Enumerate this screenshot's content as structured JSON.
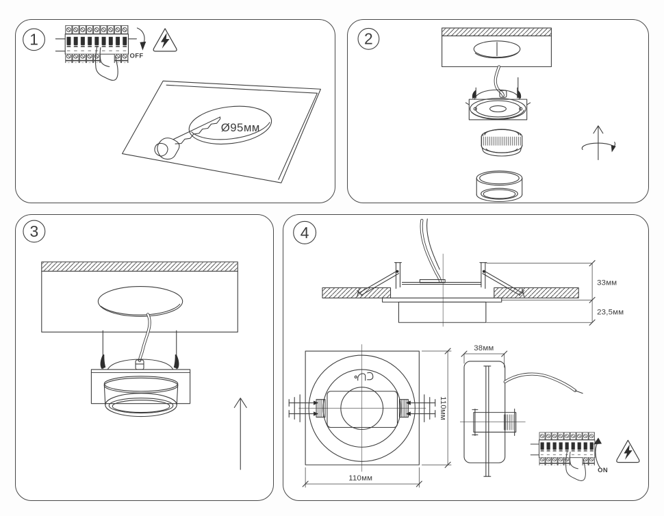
{
  "document": {
    "kind": "recessed-downlight-installation-instructions",
    "background": "#ffffff",
    "ink_color": "#3c3c3c",
    "panel_border_color": "#474747"
  },
  "step1": {
    "number": "1",
    "switch_state_label": "OFF",
    "cutout_diameter_label": "Ø95мм",
    "icons": [
      "circuit-breaker-icon",
      "pointing-hand-icon",
      "rotate-switch-arrow-icon",
      "electric-shock-warning-icon",
      "ceiling-panel-drawing",
      "hole-saw-icon"
    ]
  },
  "step2": {
    "number": "2",
    "icons": [
      "ceiling-cutout-drawing",
      "power-wire-icon",
      "downlight-body-drawing",
      "gu10-lamp-drawing",
      "trim-ring-drawing",
      "insert-rotate-arrow-icon"
    ]
  },
  "step3": {
    "number": "3",
    "icons": [
      "ceiling-cutout-drawing",
      "power-wire-icon",
      "assembled-downlight-drawing",
      "push-up-arrow-icon"
    ]
  },
  "step4": {
    "number": "4",
    "switch_state_label": "ON",
    "dim_above_ceiling": "33мм",
    "dim_below_ceiling": "23,5мм",
    "dim_height": "110мм",
    "dim_width": "110мм",
    "dim_depth": "38мм",
    "icons": [
      "installed-side-view-drawing",
      "top-view-drawing",
      "side-profile-drawing",
      "circuit-breaker-icon",
      "pointing-hand-icon",
      "rotate-switch-arrow-icon",
      "electric-shock-warning-icon"
    ]
  }
}
